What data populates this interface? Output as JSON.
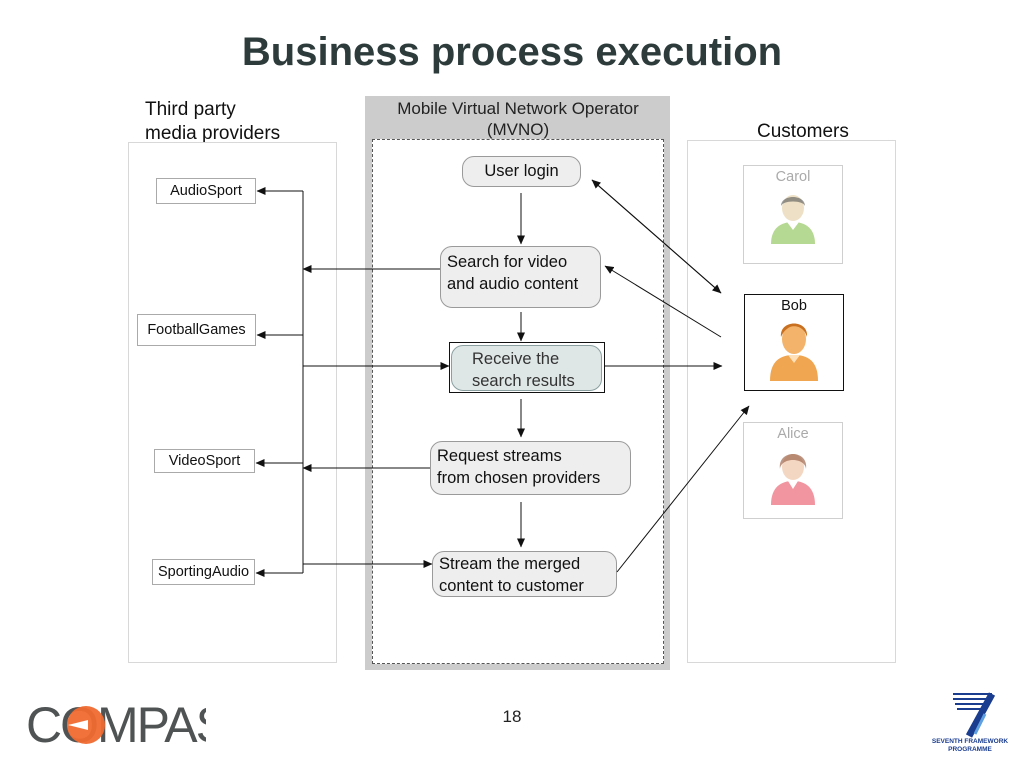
{
  "slide": {
    "title": "Business process execution",
    "page_number": "18"
  },
  "providers_panel": {
    "label_line1": "Third party",
    "label_line2": "media providers",
    "items": [
      "AudioSport",
      "FootballGames",
      "VideoSport",
      "SportingAudio"
    ]
  },
  "mvno": {
    "title_line1": "Mobile Virtual Network Operator",
    "title_line2": "(MVNO)",
    "steps": [
      {
        "line1": "User login",
        "line2": ""
      },
      {
        "line1": "Search for video",
        "line2": "and audio content"
      },
      {
        "line1": "Receive the",
        "line2": "search results"
      },
      {
        "line1": "Request streams",
        "line2": "from chosen providers"
      },
      {
        "line1": "Stream the merged",
        "line2": "content to customer"
      }
    ]
  },
  "customers_panel": {
    "label": "Customers",
    "items": [
      {
        "name": "Carol",
        "state": "inactive",
        "color": "#9ccb6e"
      },
      {
        "name": "Bob",
        "state": "active",
        "color": "#f0a550"
      },
      {
        "name": "Alice",
        "state": "inactive",
        "color": "#ee7a88"
      }
    ]
  },
  "branding": {
    "logo_left": "COMPAS",
    "logo_right_line1": "SEVENTH FRAMEWORK",
    "logo_right_line2": "PROGRAMME",
    "logo_left_color": "#505353",
    "logo_left_accent": "#f06a30",
    "logo_right_color": "#1a3d8f"
  }
}
